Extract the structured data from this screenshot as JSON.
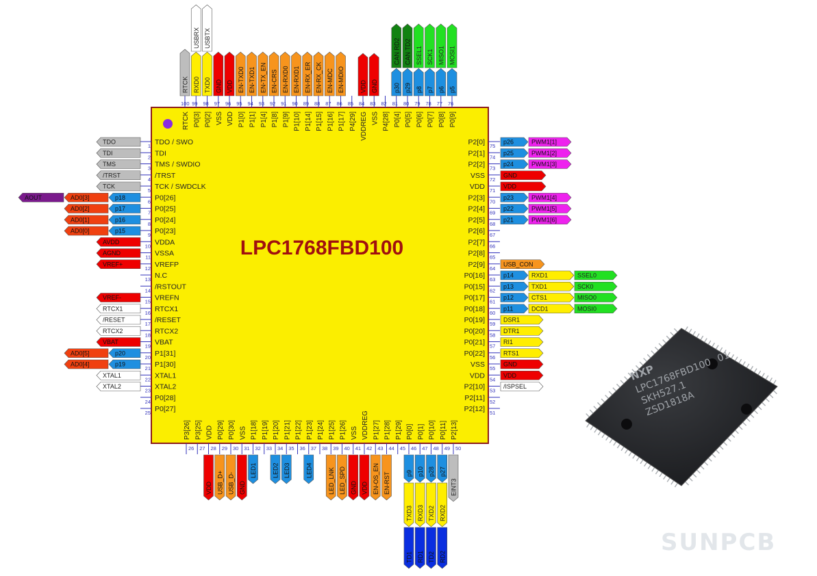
{
  "title": "LPC1768FBD100",
  "watermark": "SUNPCB",
  "photo": {
    "brand": "NXP",
    "lines": [
      "LPC1768FBD100",
      "SKH527.1",
      "ZSD1818A"
    ],
    "suffix": "01"
  },
  "colors": {
    "chip": "#fbee00",
    "chip_border": "#8b1a1a",
    "title": "#a0100f",
    "pin_num": "#3333bb",
    "gray": "#bdbdbd",
    "white": "#ffffff",
    "yellow": "#ffee00",
    "red": "#ee0000",
    "orange": "#f7941d",
    "blue": "#1e8fe0",
    "green": "#22e022",
    "dgreen": "#128212",
    "magenta": "#ee22ee",
    "purple": "#7a1a8c",
    "dblue": "#0a2ee0",
    "redorange": "#f04010",
    "orange_light": "#f7941d"
  },
  "left_pins": [
    {
      "n": "1",
      "name": "TDO / SWO",
      "tags": [
        {
          "t": "TDO",
          "c": "gray"
        }
      ]
    },
    {
      "n": "2",
      "name": "TDI",
      "tags": [
        {
          "t": "TDI",
          "c": "gray"
        }
      ]
    },
    {
      "n": "3",
      "name": "TMS / SWDIO",
      "tags": [
        {
          "t": "TMS",
          "c": "gray"
        }
      ]
    },
    {
      "n": "4",
      "name": "/TRST",
      "tags": [
        {
          "t": "/TRST",
          "c": "gray"
        }
      ]
    },
    {
      "n": "5",
      "name": "TCK / SWDCLK",
      "tags": [
        {
          "t": "TCK",
          "c": "gray"
        }
      ]
    },
    {
      "n": "6",
      "name": "P0[26]",
      "tags": [
        {
          "t": "p18",
          "c": "blue"
        },
        {
          "t": "AD0[3]",
          "c": "redorange"
        },
        {
          "t": "AOUT",
          "c": "purple"
        }
      ]
    },
    {
      "n": "7",
      "name": "P0[25]",
      "tags": [
        {
          "t": "p17",
          "c": "blue"
        },
        {
          "t": "AD0[2]",
          "c": "redorange"
        }
      ]
    },
    {
      "n": "8",
      "name": "P0[24]",
      "tags": [
        {
          "t": "p16",
          "c": "blue"
        },
        {
          "t": "AD0[1]",
          "c": "redorange"
        }
      ]
    },
    {
      "n": "9",
      "name": "P0[23]",
      "tags": [
        {
          "t": "p15",
          "c": "blue"
        },
        {
          "t": "AD0[0]",
          "c": "redorange"
        }
      ]
    },
    {
      "n": "10",
      "name": "VDDA",
      "tags": [
        {
          "t": "AVDD",
          "c": "red"
        }
      ]
    },
    {
      "n": "11",
      "name": "VSSA",
      "tags": [
        {
          "t": "AGND",
          "c": "red"
        }
      ]
    },
    {
      "n": "12",
      "name": "VREFP",
      "tags": [
        {
          "t": "VREF+",
          "c": "red"
        }
      ]
    },
    {
      "n": "13",
      "name": "N.C",
      "tags": []
    },
    {
      "n": "14",
      "name": "/RSTOUT",
      "tags": []
    },
    {
      "n": "15",
      "name": "VREFN",
      "tags": [
        {
          "t": "VREF-",
          "c": "red"
        }
      ]
    },
    {
      "n": "16",
      "name": "RTCX1",
      "tags": [
        {
          "t": "RTCX1",
          "c": "white"
        }
      ]
    },
    {
      "n": "17",
      "name": "/RESET",
      "tags": [
        {
          "t": "/RESET",
          "c": "white"
        }
      ]
    },
    {
      "n": "18",
      "name": "RTCX2",
      "tags": [
        {
          "t": "RTCX2",
          "c": "white"
        }
      ]
    },
    {
      "n": "19",
      "name": "VBAT",
      "tags": [
        {
          "t": "VBAT",
          "c": "red"
        }
      ]
    },
    {
      "n": "20",
      "name": "P1[31]",
      "tags": [
        {
          "t": "p20",
          "c": "blue"
        },
        {
          "t": "AD0[5]",
          "c": "redorange"
        }
      ]
    },
    {
      "n": "21",
      "name": "P1[30]",
      "tags": [
        {
          "t": "p19",
          "c": "blue"
        },
        {
          "t": "AD0[4]",
          "c": "redorange"
        }
      ]
    },
    {
      "n": "22",
      "name": "XTAL1",
      "tags": [
        {
          "t": "XTAL1",
          "c": "white"
        }
      ]
    },
    {
      "n": "23",
      "name": "XTAL2",
      "tags": [
        {
          "t": "XTAL2",
          "c": "white"
        }
      ]
    },
    {
      "n": "24",
      "name": "P0[28]",
      "tags": []
    },
    {
      "n": "25",
      "name": "P0[27]",
      "tags": []
    }
  ],
  "right_pins": [
    {
      "n": "75",
      "name": "P2[0]",
      "tags": [
        {
          "t": "p26",
          "c": "blue"
        },
        {
          "t": "PWM1[1]",
          "c": "magenta"
        }
      ]
    },
    {
      "n": "74",
      "name": "P2[1]",
      "tags": [
        {
          "t": "p25",
          "c": "blue"
        },
        {
          "t": "PWM1[2]",
          "c": "magenta"
        }
      ]
    },
    {
      "n": "73",
      "name": "P2[2]",
      "tags": [
        {
          "t": "p24",
          "c": "blue"
        },
        {
          "t": "PWM1[3]",
          "c": "magenta"
        }
      ]
    },
    {
      "n": "72",
      "name": "VSS",
      "tags": [
        {
          "t": "GND",
          "c": "red"
        }
      ]
    },
    {
      "n": "71",
      "name": "VDD",
      "tags": [
        {
          "t": "VDD",
          "c": "red"
        }
      ]
    },
    {
      "n": "70",
      "name": "P2[3]",
      "tags": [
        {
          "t": "p23",
          "c": "blue"
        },
        {
          "t": "PWM1[4]",
          "c": "magenta"
        }
      ]
    },
    {
      "n": "69",
      "name": "P2[4]",
      "tags": [
        {
          "t": "p22",
          "c": "blue"
        },
        {
          "t": "PWM1[5]",
          "c": "magenta"
        }
      ]
    },
    {
      "n": "68",
      "name": "P2[5]",
      "tags": [
        {
          "t": "p21",
          "c": "blue"
        },
        {
          "t": "PWM1[6]",
          "c": "magenta"
        }
      ]
    },
    {
      "n": "67",
      "name": "P2[6]",
      "tags": []
    },
    {
      "n": "66",
      "name": "P2[7]",
      "tags": []
    },
    {
      "n": "65",
      "name": "P2[8]",
      "tags": []
    },
    {
      "n": "64",
      "name": "P2[9]",
      "tags": [
        {
          "t": "USB_CON",
          "c": "orange",
          "w": 64
        }
      ]
    },
    {
      "n": "63",
      "name": "P0[16]",
      "tags": [
        {
          "t": "p14",
          "c": "blue"
        },
        {
          "t": "RXD1",
          "c": "yellow"
        },
        {
          "t": "SSEL0",
          "c": "green"
        }
      ]
    },
    {
      "n": "62",
      "name": "P0[15]",
      "tags": [
        {
          "t": "p13",
          "c": "blue"
        },
        {
          "t": "TXD1",
          "c": "yellow"
        },
        {
          "t": "SCK0",
          "c": "green"
        }
      ]
    },
    {
      "n": "61",
      "name": "P0[17]",
      "tags": [
        {
          "t": "p12",
          "c": "blue"
        },
        {
          "t": "CTS1",
          "c": "yellow"
        },
        {
          "t": "MISO0",
          "c": "green"
        }
      ]
    },
    {
      "n": "60",
      "name": "P0[18]",
      "tags": [
        {
          "t": "p11",
          "c": "blue"
        },
        {
          "t": "DCD1",
          "c": "yellow"
        },
        {
          "t": "MOSI0",
          "c": "green"
        }
      ]
    },
    {
      "n": "59",
      "name": "P0[19]",
      "tags": [
        {
          "t": "DSR1",
          "c": "yellow",
          "w": 62
        }
      ]
    },
    {
      "n": "58",
      "name": "P0[20]",
      "tags": [
        {
          "t": "DTR1",
          "c": "yellow",
          "w": 62
        }
      ]
    },
    {
      "n": "57",
      "name": "P0[21]",
      "tags": [
        {
          "t": "RI1",
          "c": "yellow",
          "w": 62
        }
      ]
    },
    {
      "n": "56",
      "name": "P0[22]",
      "tags": [
        {
          "t": "RTS1",
          "c": "yellow",
          "w": 62
        }
      ]
    },
    {
      "n": "55",
      "name": "VSS",
      "tags": [
        {
          "t": "GND",
          "c": "red",
          "w": 62
        }
      ]
    },
    {
      "n": "54",
      "name": "VDD",
      "tags": [
        {
          "t": "VDD",
          "c": "red",
          "w": 62
        }
      ]
    },
    {
      "n": "53",
      "name": "P2[10]",
      "tags": [
        {
          "t": "/ISPSEL",
          "c": "white",
          "w": 62
        }
      ]
    },
    {
      "n": "52",
      "name": "P2[11]",
      "tags": []
    },
    {
      "n": "51",
      "name": "P2[12]",
      "tags": []
    }
  ],
  "top_pins": [
    {
      "n": "100",
      "name": "RTCK",
      "tags": [
        {
          "t": "RTCK",
          "c": "gray"
        }
      ]
    },
    {
      "n": "99",
      "name": "P0[3]",
      "tags": [
        {
          "t": "RXD0",
          "c": "yellow"
        },
        {
          "t": "USBRX",
          "c": "white"
        }
      ]
    },
    {
      "n": "98",
      "name": "P0[2]",
      "tags": [
        {
          "t": "TXD0",
          "c": "yellow"
        },
        {
          "t": "USBTX",
          "c": "white"
        }
      ]
    },
    {
      "n": "97",
      "name": "VSS",
      "tags": [
        {
          "t": "GND",
          "c": "red"
        }
      ]
    },
    {
      "n": "96",
      "name": "VDD",
      "tags": [
        {
          "t": "VDD",
          "c": "red"
        }
      ]
    },
    {
      "n": "95",
      "name": "P1[0]",
      "tags": [
        {
          "t": "EN-TXD0",
          "c": "orange"
        }
      ]
    },
    {
      "n": "94",
      "name": "P1[1]",
      "tags": [
        {
          "t": "EN-TXD1",
          "c": "orange"
        }
      ]
    },
    {
      "n": "93",
      "name": "P1[4]",
      "tags": [
        {
          "t": "EN-TX_EN",
          "c": "orange"
        }
      ]
    },
    {
      "n": "92",
      "name": "P1[8]",
      "tags": [
        {
          "t": "EN-CRS",
          "c": "orange"
        }
      ]
    },
    {
      "n": "91",
      "name": "P1[9]",
      "tags": [
        {
          "t": "EN-RXD0",
          "c": "orange"
        }
      ]
    },
    {
      "n": "90",
      "name": "P1[10]",
      "tags": [
        {
          "t": "EN-RXD1",
          "c": "orange"
        }
      ]
    },
    {
      "n": "89",
      "name": "P1[14]",
      "tags": [
        {
          "t": "EN-RX_ER",
          "c": "orange"
        }
      ]
    },
    {
      "n": "88",
      "name": "P1[15]",
      "tags": [
        {
          "t": "EN-RX_CK",
          "c": "orange"
        }
      ]
    },
    {
      "n": "87",
      "name": "P1[16]",
      "tags": [
        {
          "t": "EN-MDC",
          "c": "orange"
        }
      ]
    },
    {
      "n": "86",
      "name": "P1[17]",
      "tags": [
        {
          "t": "EN-MDIO",
          "c": "orange"
        }
      ]
    },
    {
      "n": "85",
      "name": "P4[29]",
      "tags": []
    },
    {
      "n": "84",
      "name": "VDDREG",
      "tags": [
        {
          "t": "VDD",
          "c": "red"
        }
      ]
    },
    {
      "n": "83",
      "name": "VSS",
      "tags": [
        {
          "t": "GND",
          "c": "red"
        }
      ]
    },
    {
      "n": "82",
      "name": "P4[28]",
      "tags": []
    },
    {
      "n": "81",
      "name": "P0[4]",
      "tags": [
        {
          "t": "p30",
          "c": "blue"
        },
        {
          "t": "CAN RD2",
          "c": "dgreen"
        }
      ]
    },
    {
      "n": "80",
      "name": "P0[5]",
      "tags": [
        {
          "t": "p29",
          "c": "blue"
        },
        {
          "t": "CAN TD2",
          "c": "dgreen"
        }
      ]
    },
    {
      "n": "79",
      "name": "P0[6]",
      "tags": [
        {
          "t": "p8",
          "c": "blue"
        },
        {
          "t": "SSEL1",
          "c": "green"
        }
      ]
    },
    {
      "n": "78",
      "name": "P0[7]",
      "tags": [
        {
          "t": "p7",
          "c": "blue"
        },
        {
          "t": "SCK1",
          "c": "green"
        }
      ]
    },
    {
      "n": "77",
      "name": "P0[8]",
      "tags": [
        {
          "t": "p6",
          "c": "blue"
        },
        {
          "t": "MISO1",
          "c": "green"
        }
      ]
    },
    {
      "n": "76",
      "name": "P0[9]",
      "tags": [
        {
          "t": "p5",
          "c": "blue"
        },
        {
          "t": "MOSI1",
          "c": "green"
        }
      ]
    }
  ],
  "bottom_pins": [
    {
      "n": "26",
      "name": "P3[26]",
      "tags": []
    },
    {
      "n": "27",
      "name": "P3[25]",
      "tags": []
    },
    {
      "n": "28",
      "name": "VDD",
      "tags": [
        {
          "t": "VDD",
          "c": "red"
        }
      ]
    },
    {
      "n": "29",
      "name": "P0[29]",
      "tags": [
        {
          "t": "USB_D+",
          "c": "orange"
        }
      ]
    },
    {
      "n": "30",
      "name": "P0[30]",
      "tags": [
        {
          "t": "USB_D-",
          "c": "orange"
        }
      ]
    },
    {
      "n": "31",
      "name": "VSS",
      "tags": [
        {
          "t": "GND",
          "c": "red"
        }
      ]
    },
    {
      "n": "32",
      "name": "P1[18]",
      "tags": [
        {
          "t": "LED1",
          "c": "blue"
        }
      ]
    },
    {
      "n": "33",
      "name": "P1[19]",
      "tags": []
    },
    {
      "n": "34",
      "name": "P1[20]",
      "tags": [
        {
          "t": "LED2",
          "c": "blue"
        }
      ]
    },
    {
      "n": "35",
      "name": "P1[21]",
      "tags": [
        {
          "t": "LED3",
          "c": "blue"
        }
      ]
    },
    {
      "n": "36",
      "name": "P1[22]",
      "tags": []
    },
    {
      "n": "37",
      "name": "P1[23]",
      "tags": [
        {
          "t": "LED4",
          "c": "blue"
        }
      ]
    },
    {
      "n": "38",
      "name": "P1[24]",
      "tags": []
    },
    {
      "n": "39",
      "name": "P1[25]",
      "tags": [
        {
          "t": "LED_LNK",
          "c": "orange"
        }
      ]
    },
    {
      "n": "40",
      "name": "P1[26]",
      "tags": [
        {
          "t": "LED_SPD",
          "c": "orange"
        }
      ]
    },
    {
      "n": "41",
      "name": "VSS",
      "tags": [
        {
          "t": "GND",
          "c": "red"
        }
      ]
    },
    {
      "n": "42",
      "name": "VDDREG",
      "tags": [
        {
          "t": "VDD",
          "c": "red"
        }
      ]
    },
    {
      "n": "43",
      "name": "P1[27]",
      "tags": [
        {
          "t": "EN-OS_EN",
          "c": "orange"
        }
      ]
    },
    {
      "n": "44",
      "name": "P1[28]",
      "tags": [
        {
          "t": "EN-RST",
          "c": "orange"
        }
      ]
    },
    {
      "n": "45",
      "name": "P1[29]",
      "tags": []
    },
    {
      "n": "46",
      "name": "P0[0]",
      "tags": [
        {
          "t": "p9",
          "c": "blue"
        },
        {
          "t": "TXD3",
          "c": "yellow"
        },
        {
          "t": "TD1",
          "c": "dblue"
        }
      ]
    },
    {
      "n": "47",
      "name": "P0[1]",
      "tags": [
        {
          "t": "p10",
          "c": "blue"
        },
        {
          "t": "RXD3",
          "c": "yellow"
        },
        {
          "t": "RD1",
          "c": "dblue"
        }
      ]
    },
    {
      "n": "48",
      "name": "P0[10]",
      "tags": [
        {
          "t": "p28",
          "c": "blue"
        },
        {
          "t": "TXD2",
          "c": "yellow"
        },
        {
          "t": "TD2",
          "c": "dblue"
        }
      ]
    },
    {
      "n": "49",
      "name": "P0[11]",
      "tags": [
        {
          "t": "p27",
          "c": "blue"
        },
        {
          "t": "RXD2",
          "c": "yellow"
        },
        {
          "t": "RD2",
          "c": "dblue"
        }
      ]
    },
    {
      "n": "50",
      "name": "P2[13]",
      "tags": [
        {
          "t": "EINT3",
          "c": "gray"
        }
      ]
    }
  ]
}
